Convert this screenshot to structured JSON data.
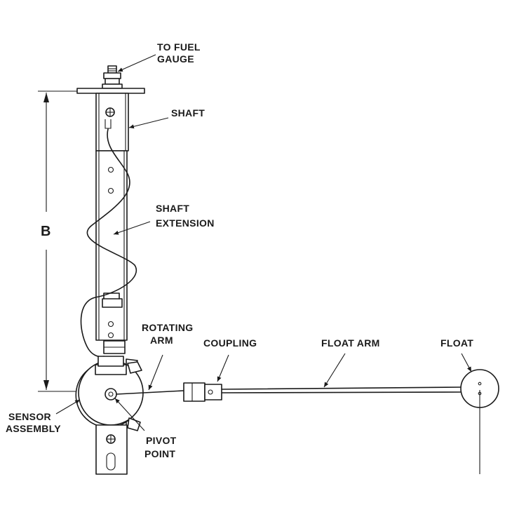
{
  "labels": {
    "to_fuel_gauge": [
      "TO FUEL",
      "GAUGE"
    ],
    "shaft": "SHAFT",
    "shaft_extension": [
      "SHAFT",
      "EXTENSION"
    ],
    "dimension_b": "B",
    "rotating_arm": [
      "ROTATING",
      "ARM"
    ],
    "coupling": "COUPLING",
    "float_arm": "FLOAT ARM",
    "float": "FLOAT",
    "sensor_assembly": [
      "SENSOR",
      "ASSEMBLY"
    ],
    "pivot_point": [
      "PIVOT",
      "POINT"
    ]
  }
}
